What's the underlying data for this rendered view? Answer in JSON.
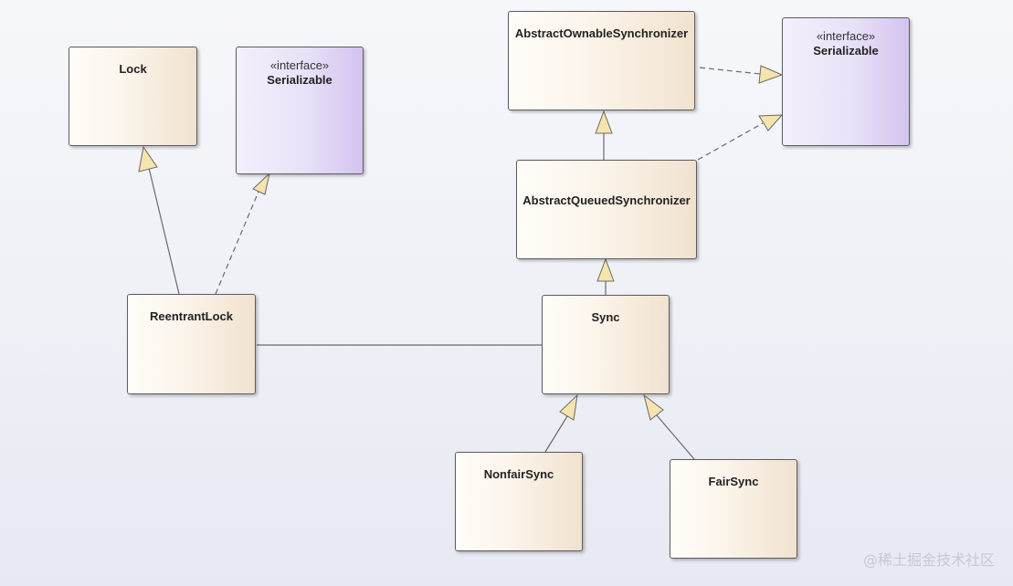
{
  "nodes": {
    "lock": {
      "name": "Lock"
    },
    "serializable_left": {
      "stereotype": "«interface»",
      "name": "Serializable"
    },
    "reentrant_lock": {
      "name": "ReentrantLock"
    },
    "aos": {
      "name": "AbstractOwnableSynchronizer"
    },
    "serializable_right": {
      "stereotype": "«interface»",
      "name": "Serializable"
    },
    "aqs": {
      "name": "AbstractQueuedSynchronizer"
    },
    "sync": {
      "name": "Sync"
    },
    "nonfair_sync": {
      "name": "NonfairSync"
    },
    "fair_sync": {
      "name": "FairSync"
    }
  },
  "edges": [
    {
      "from": "reentrant_lock",
      "to": "lock",
      "kind": "generalization"
    },
    {
      "from": "reentrant_lock",
      "to": "serializable_left",
      "kind": "realization"
    },
    {
      "from": "reentrant_lock",
      "to": "sync",
      "kind": "association"
    },
    {
      "from": "aos",
      "to": "serializable_right",
      "kind": "realization"
    },
    {
      "from": "aqs",
      "to": "aos",
      "kind": "generalization"
    },
    {
      "from": "aqs",
      "to": "serializable_right",
      "kind": "realization"
    },
    {
      "from": "sync",
      "to": "aqs",
      "kind": "generalization"
    },
    {
      "from": "nonfair_sync",
      "to": "sync",
      "kind": "generalization"
    },
    {
      "from": "fair_sync",
      "to": "sync",
      "kind": "generalization"
    }
  ],
  "watermark": "@稀土掘金技术社区"
}
